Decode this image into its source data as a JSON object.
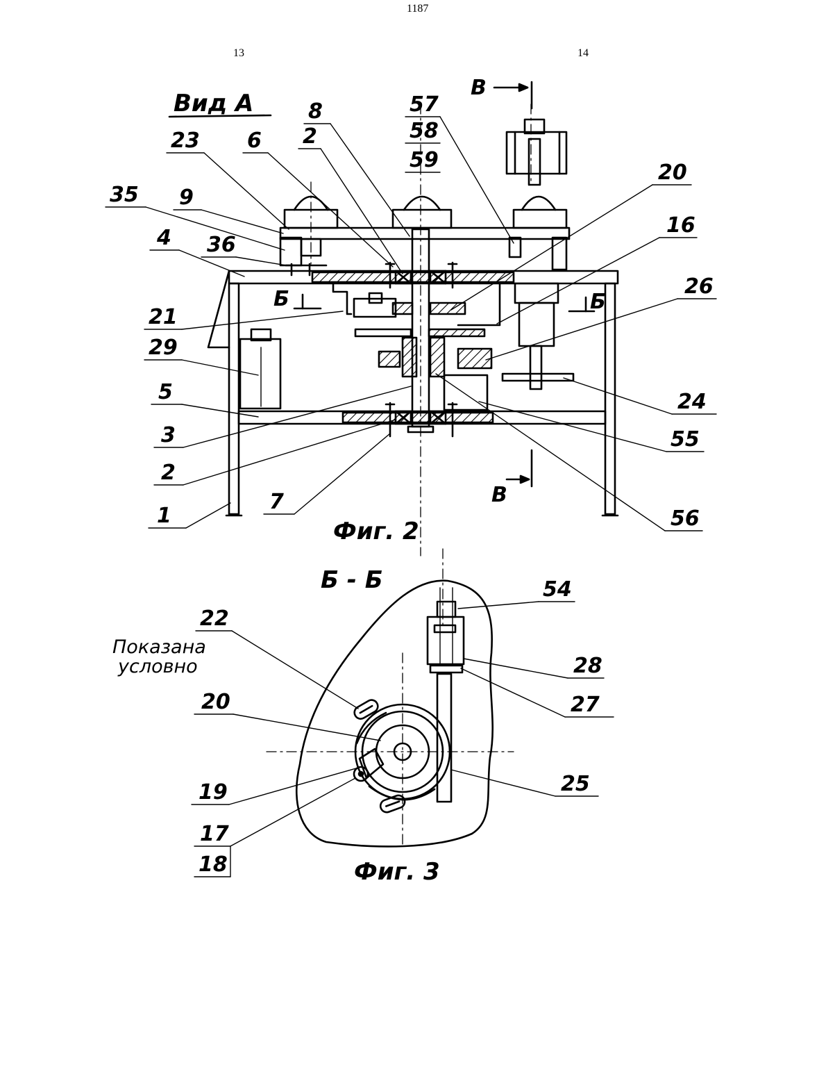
{
  "header": {
    "doc_number": "1187",
    "left_col": "13",
    "right_col": "14"
  },
  "fig2": {
    "view_title": "Вид А",
    "caption": "Фиг. 2",
    "section_mark": "Б",
    "cut_mark": "В",
    "labels": {
      "l35": "35",
      "l23": "23",
      "l6": "6",
      "l8": "8",
      "l2top": "2",
      "l57": "57",
      "l58": "58",
      "l59": "59",
      "l9": "9",
      "l36": "36",
      "l4": "4",
      "l21": "21",
      "l29": "29",
      "l5": "5",
      "l3": "3",
      "l2bot": "2",
      "l7": "7",
      "l1": "1",
      "l20": "20",
      "l16": "16",
      "l26": "26",
      "l24": "24",
      "l55": "55",
      "l56": "56"
    }
  },
  "fig3": {
    "section_title": "Б - Б",
    "caption": "Фиг. 3",
    "note_line1": "Показана",
    "note_line2": "условно",
    "labels": {
      "l22": "22",
      "l20": "20",
      "l19": "19",
      "l17": "17",
      "l18": "18",
      "l54": "54",
      "l28": "28",
      "l27": "27",
      "l25": "25"
    }
  }
}
